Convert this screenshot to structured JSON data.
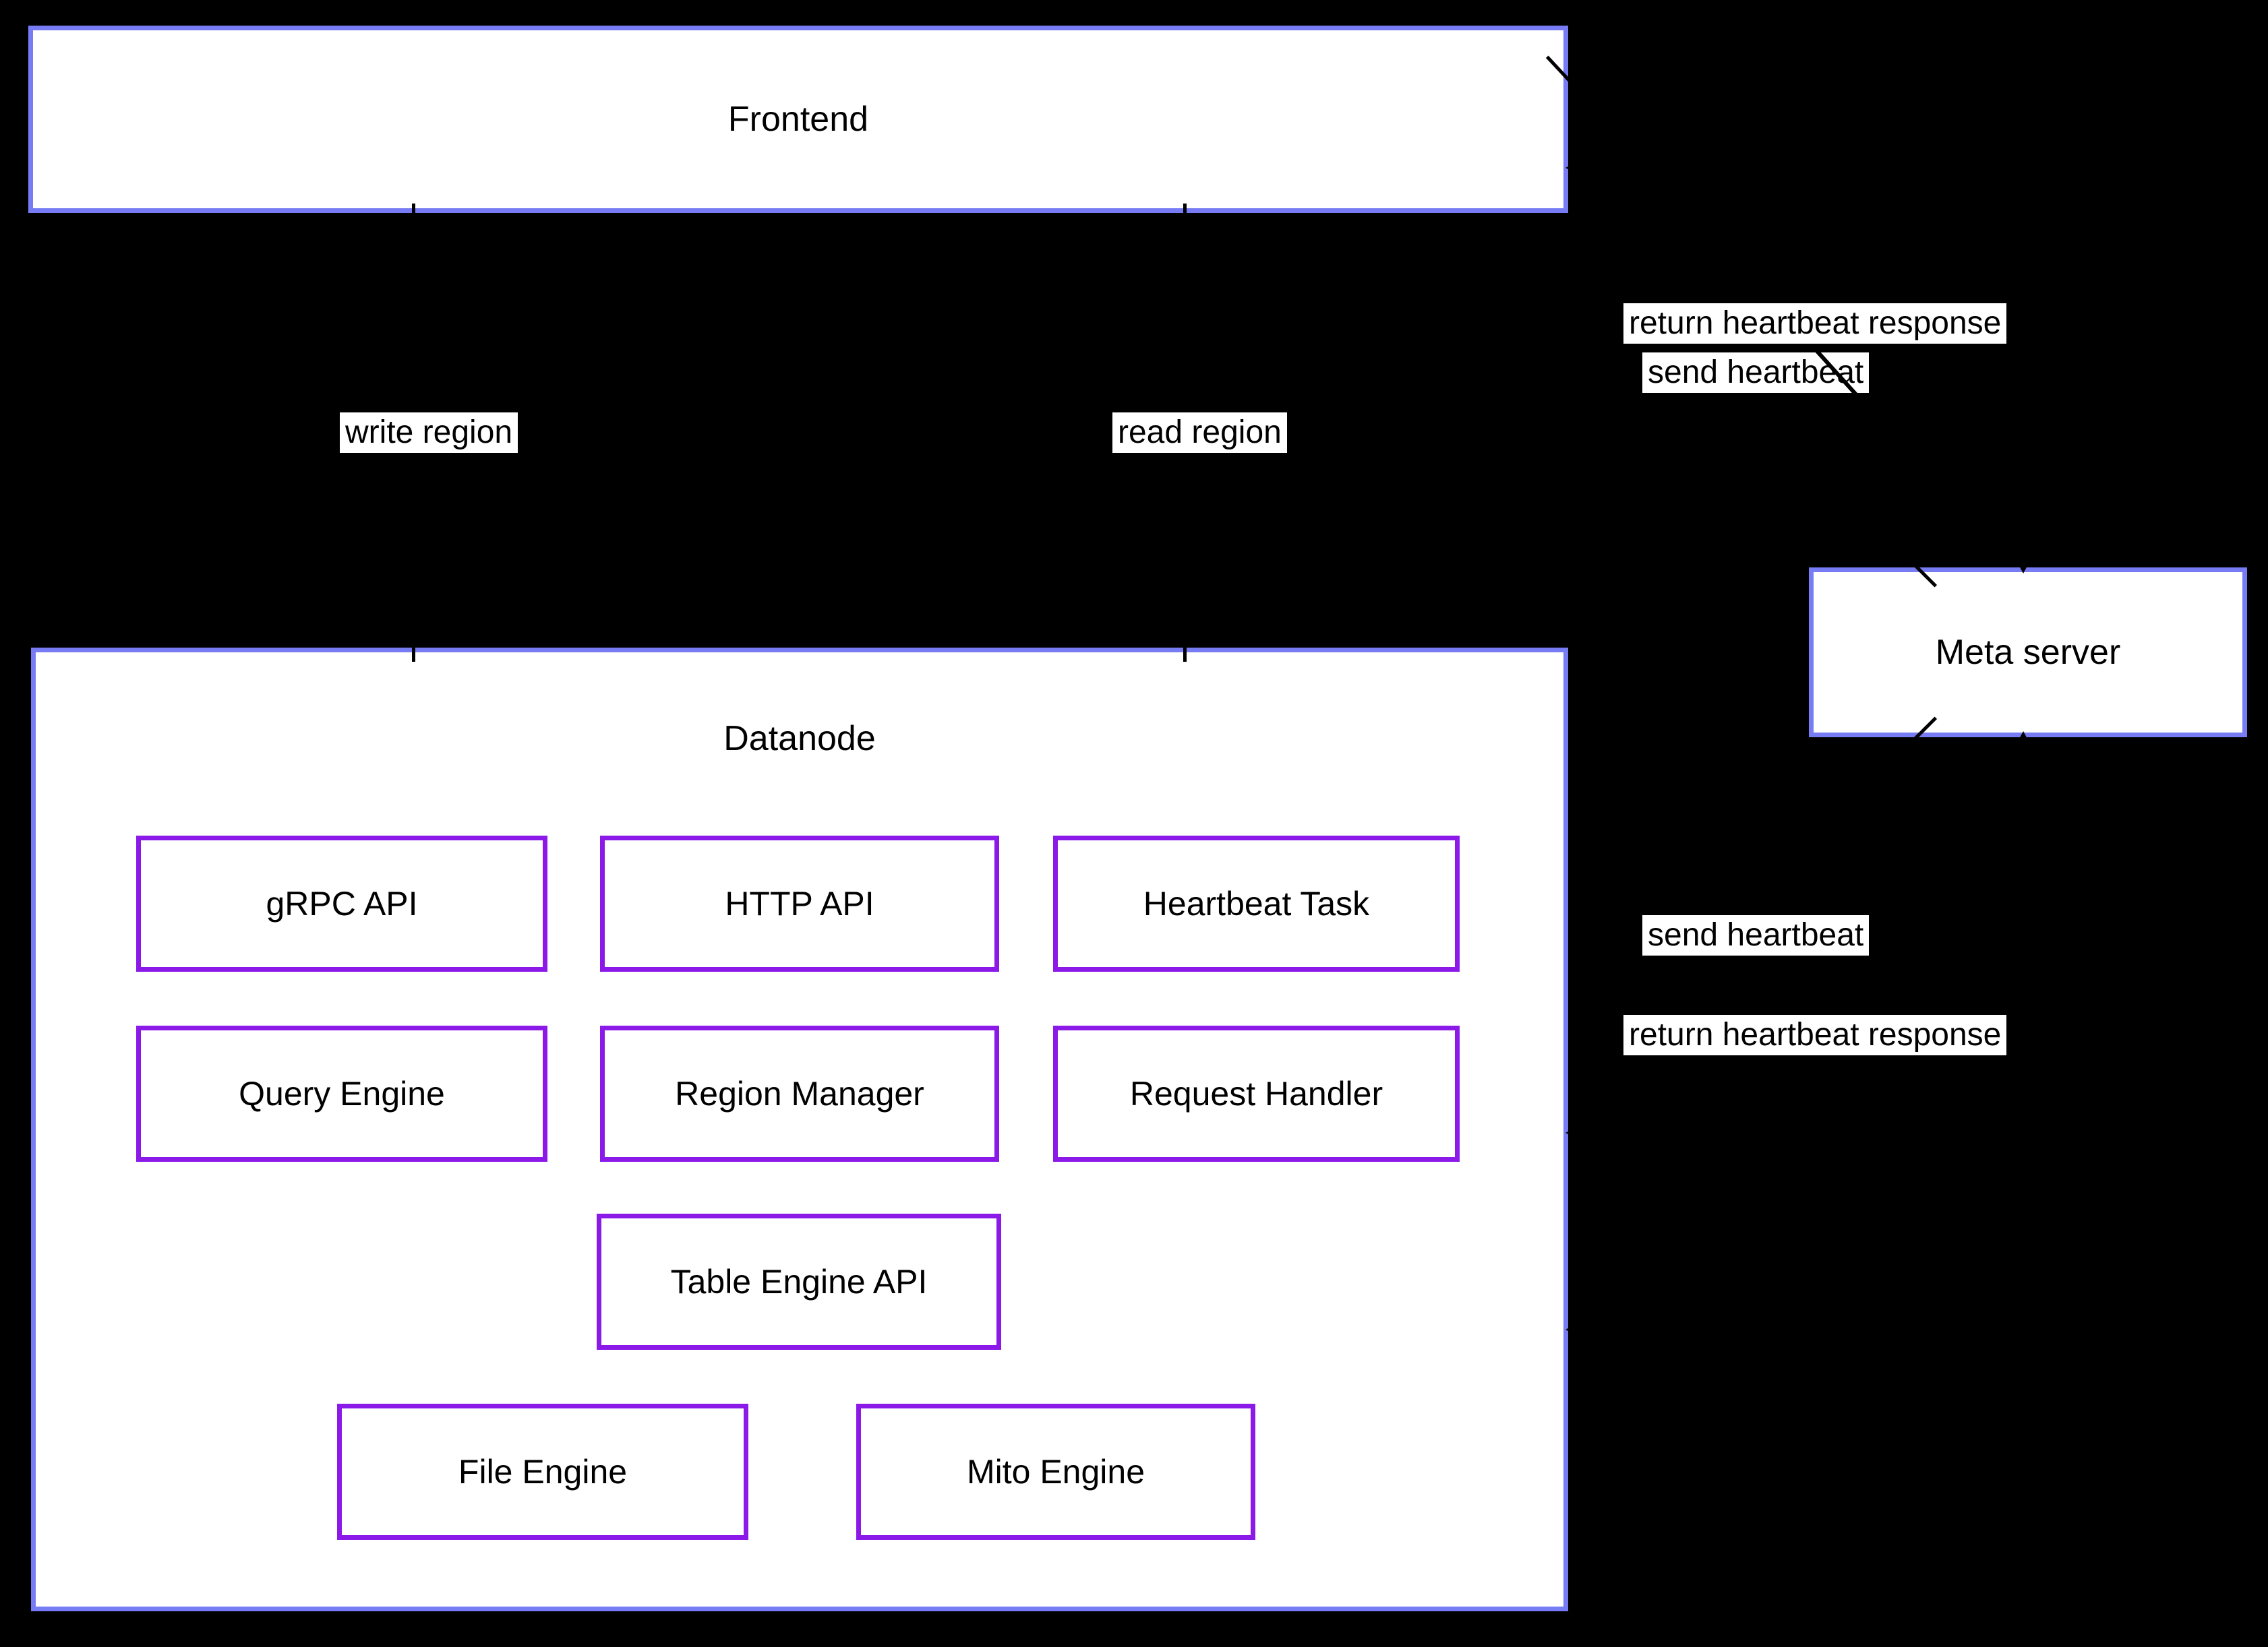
{
  "diagram": {
    "clusters": {
      "frontend": {
        "label": "Frontend"
      },
      "datanode": {
        "label": "Datanode"
      },
      "meta_server": {
        "label": "Meta server"
      }
    },
    "datanode_components": {
      "grpc_api": {
        "label": "gRPC API"
      },
      "http_api": {
        "label": "HTTP API"
      },
      "heartbeat_task": {
        "label": "Heartbeat Task"
      },
      "query_engine": {
        "label": "Query Engine"
      },
      "region_manager": {
        "label": "Region Manager"
      },
      "request_handler": {
        "label": "Request Handler"
      },
      "table_engine_api": {
        "label": "Table Engine API"
      },
      "file_engine": {
        "label": "File Engine"
      },
      "mito_engine": {
        "label": "Mito Engine"
      }
    },
    "edges": {
      "write_region": {
        "label": "write region"
      },
      "read_region": {
        "label": "read region"
      },
      "frontend_send_heartbeat": {
        "label": "send heartbeat"
      },
      "frontend_return_heartbeat": {
        "label": "return heartbeat response"
      },
      "datanode_send_heartbeat": {
        "label": "send heartbeat"
      },
      "datanode_return_heartbeat": {
        "label": "return heartbeat response"
      }
    },
    "colors": {
      "background": "#000000",
      "cluster_border": "#787cf4",
      "component_border": "#8b1ae8",
      "box_fill": "#ffffff",
      "text": "#000000",
      "edge": "#000000"
    }
  }
}
